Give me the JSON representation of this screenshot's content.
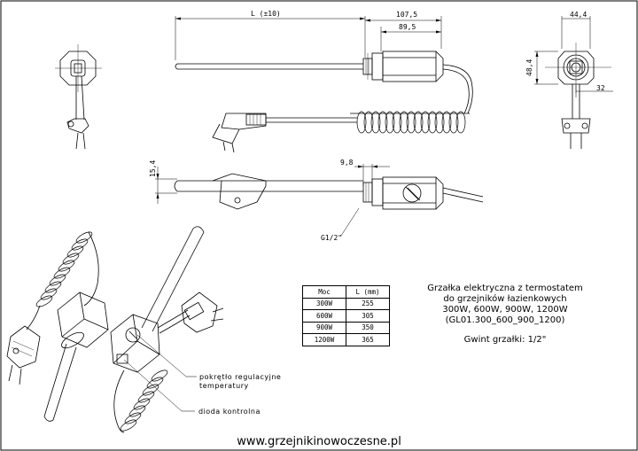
{
  "dimensions": {
    "length": "L  (±10)",
    "body_total": "107,5",
    "body_hex": "89,5",
    "width_top": "44,4",
    "height_side": "48,4",
    "offset_side": "32",
    "thread_len": "9,8",
    "dia": "15,4",
    "thread": "G1/2\""
  },
  "labels": {
    "knob": "pokrętło regulacyjne",
    "knob2": "temperatury",
    "diode": "dioda kontrolna"
  },
  "table": {
    "headers": [
      "Moc",
      "L (mm)"
    ],
    "rows": [
      [
        "300W",
        "255"
      ],
      [
        "600W",
        "305"
      ],
      [
        "900W",
        "350"
      ],
      [
        "1200W",
        "365"
      ]
    ]
  },
  "info": {
    "line1": "Grzałka elektryczna z termostatem",
    "line2": "do grzejników łazienkowych",
    "line3": "300W, 600W, 900W, 1200W",
    "line4": "(GL01.300_600_900_1200)",
    "line5": "Gwint grzałki: 1/2\""
  },
  "footer": "www.grzejnikinowoczesne.pl"
}
